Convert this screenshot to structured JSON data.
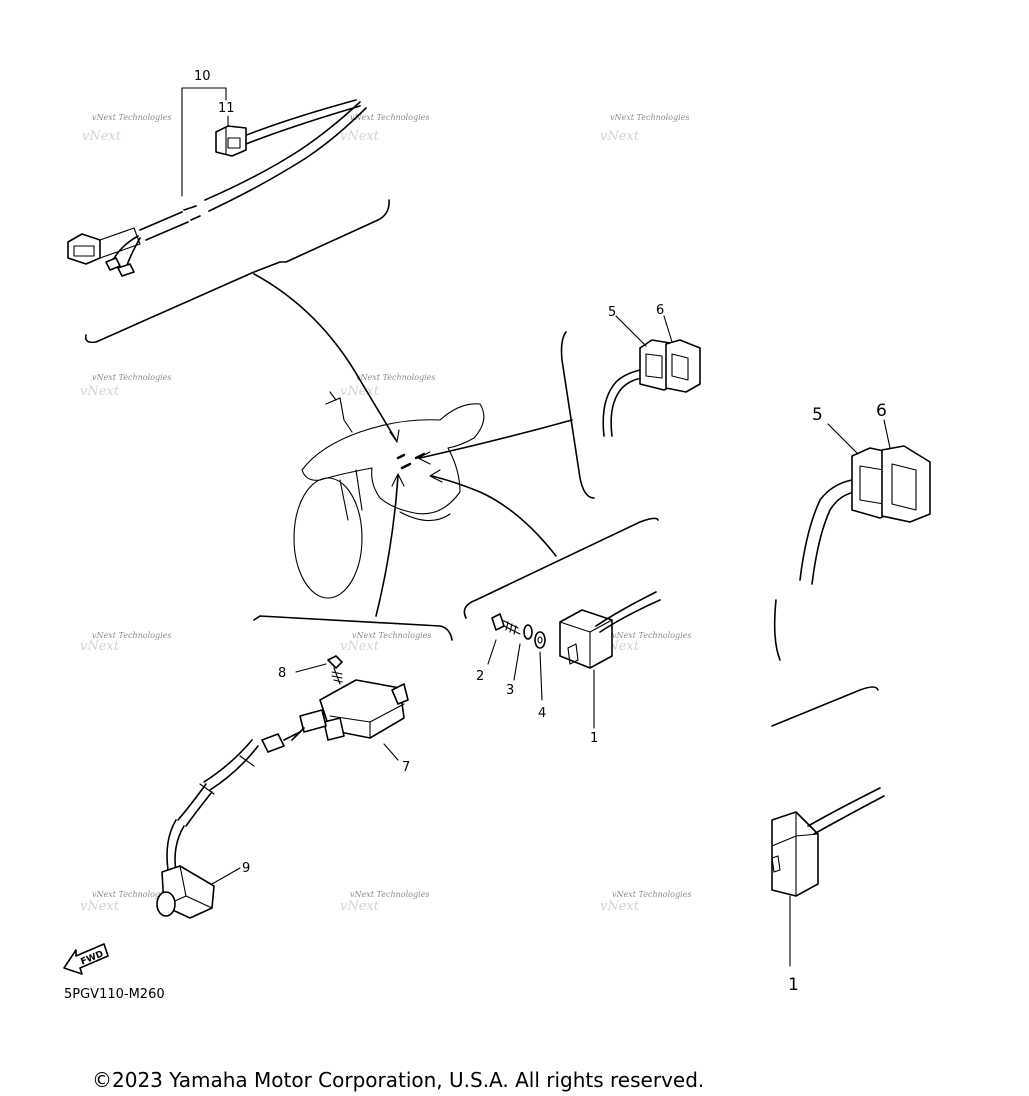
{
  "diagram": {
    "callouts": {
      "c10": "10",
      "c11": "11",
      "c5": "5",
      "c6": "6",
      "c5_detail": "5",
      "c6_detail": "6",
      "c2": "2",
      "c3": "3",
      "c4": "4",
      "c1": "1",
      "c1_detail": "1",
      "c8": "8",
      "c7": "7",
      "c9": "9"
    },
    "watermark": "vNext Technologies",
    "fwd_label": "FWD",
    "drawing_code": "5PGV110-M260"
  },
  "footer": {
    "copyright": "©2023 Yamaha Motor Corporation, U.S.A. All rights reserved."
  }
}
